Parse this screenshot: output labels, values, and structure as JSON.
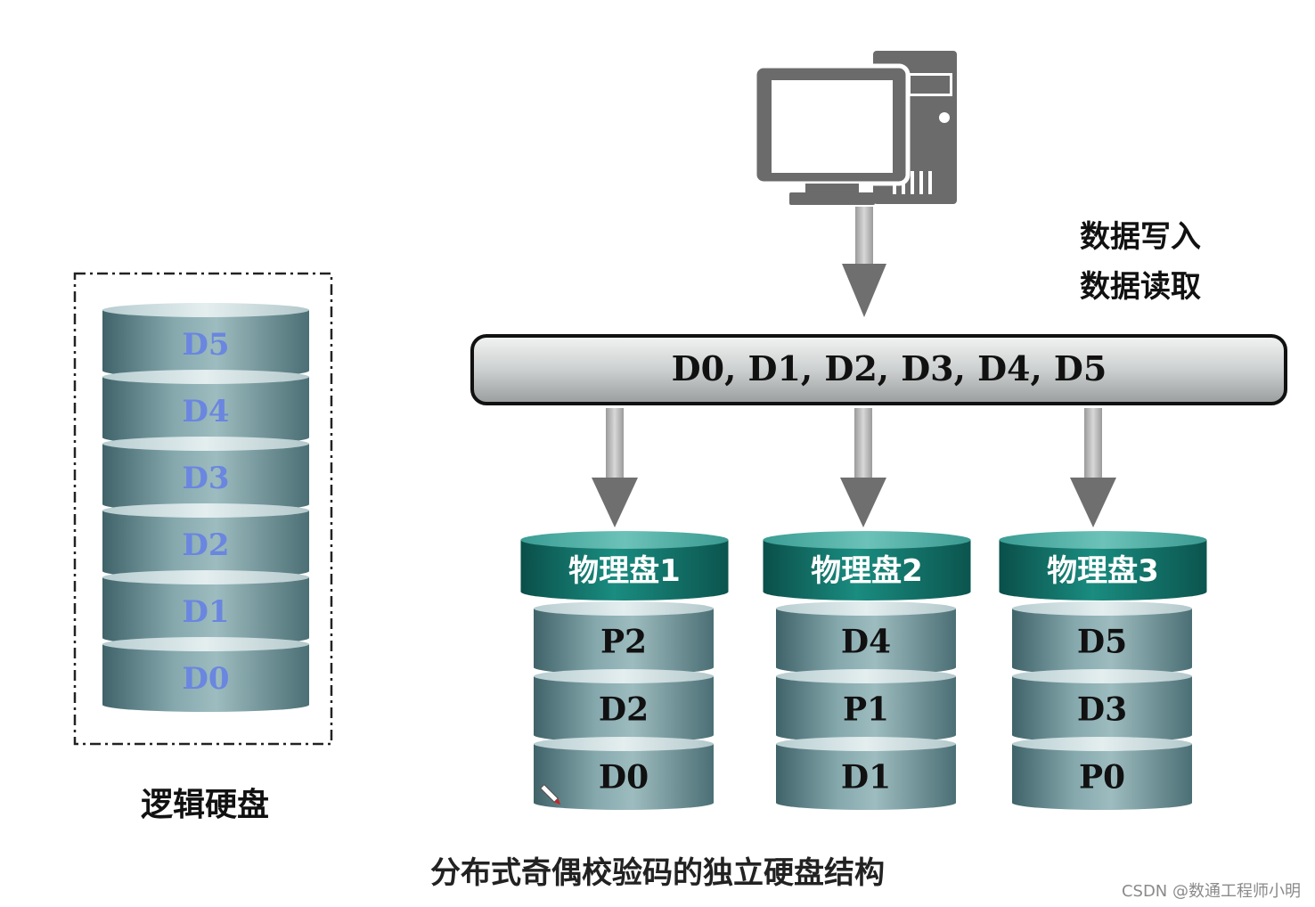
{
  "logical_disk": {
    "label": "逻辑硬盘",
    "blocks": [
      "D5",
      "D4",
      "D3",
      "D2",
      "D1",
      "D0"
    ]
  },
  "operations": {
    "write": "数据写入",
    "read": "数据读取"
  },
  "bus": {
    "label": "D0, D1, D2, D3, D4, D5"
  },
  "physical_disks": [
    {
      "name": "物理盘1",
      "blocks": [
        "P2",
        "D2",
        "D0"
      ],
      "parity_index": 0
    },
    {
      "name": "物理盘2",
      "blocks": [
        "D4",
        "P1",
        "D1"
      ],
      "parity_index": 1
    },
    {
      "name": "物理盘3",
      "blocks": [
        "D5",
        "D3",
        "P0"
      ],
      "parity_index": 2
    }
  ],
  "caption": "分布式奇偶校验码的独立硬盘结构",
  "watermark": "CSDN @数通工程师小明",
  "colors": {
    "disk_body": "#6f959b",
    "disk_header": "#0f6f66",
    "logical_text": "#6a86e0",
    "physical_text": "#111111",
    "bus": "#cfd0d0",
    "arrow": "#6f6f6f",
    "computer": "#6b6b6b"
  },
  "icons": [
    "computer-icon",
    "pen-cursor-icon"
  ]
}
